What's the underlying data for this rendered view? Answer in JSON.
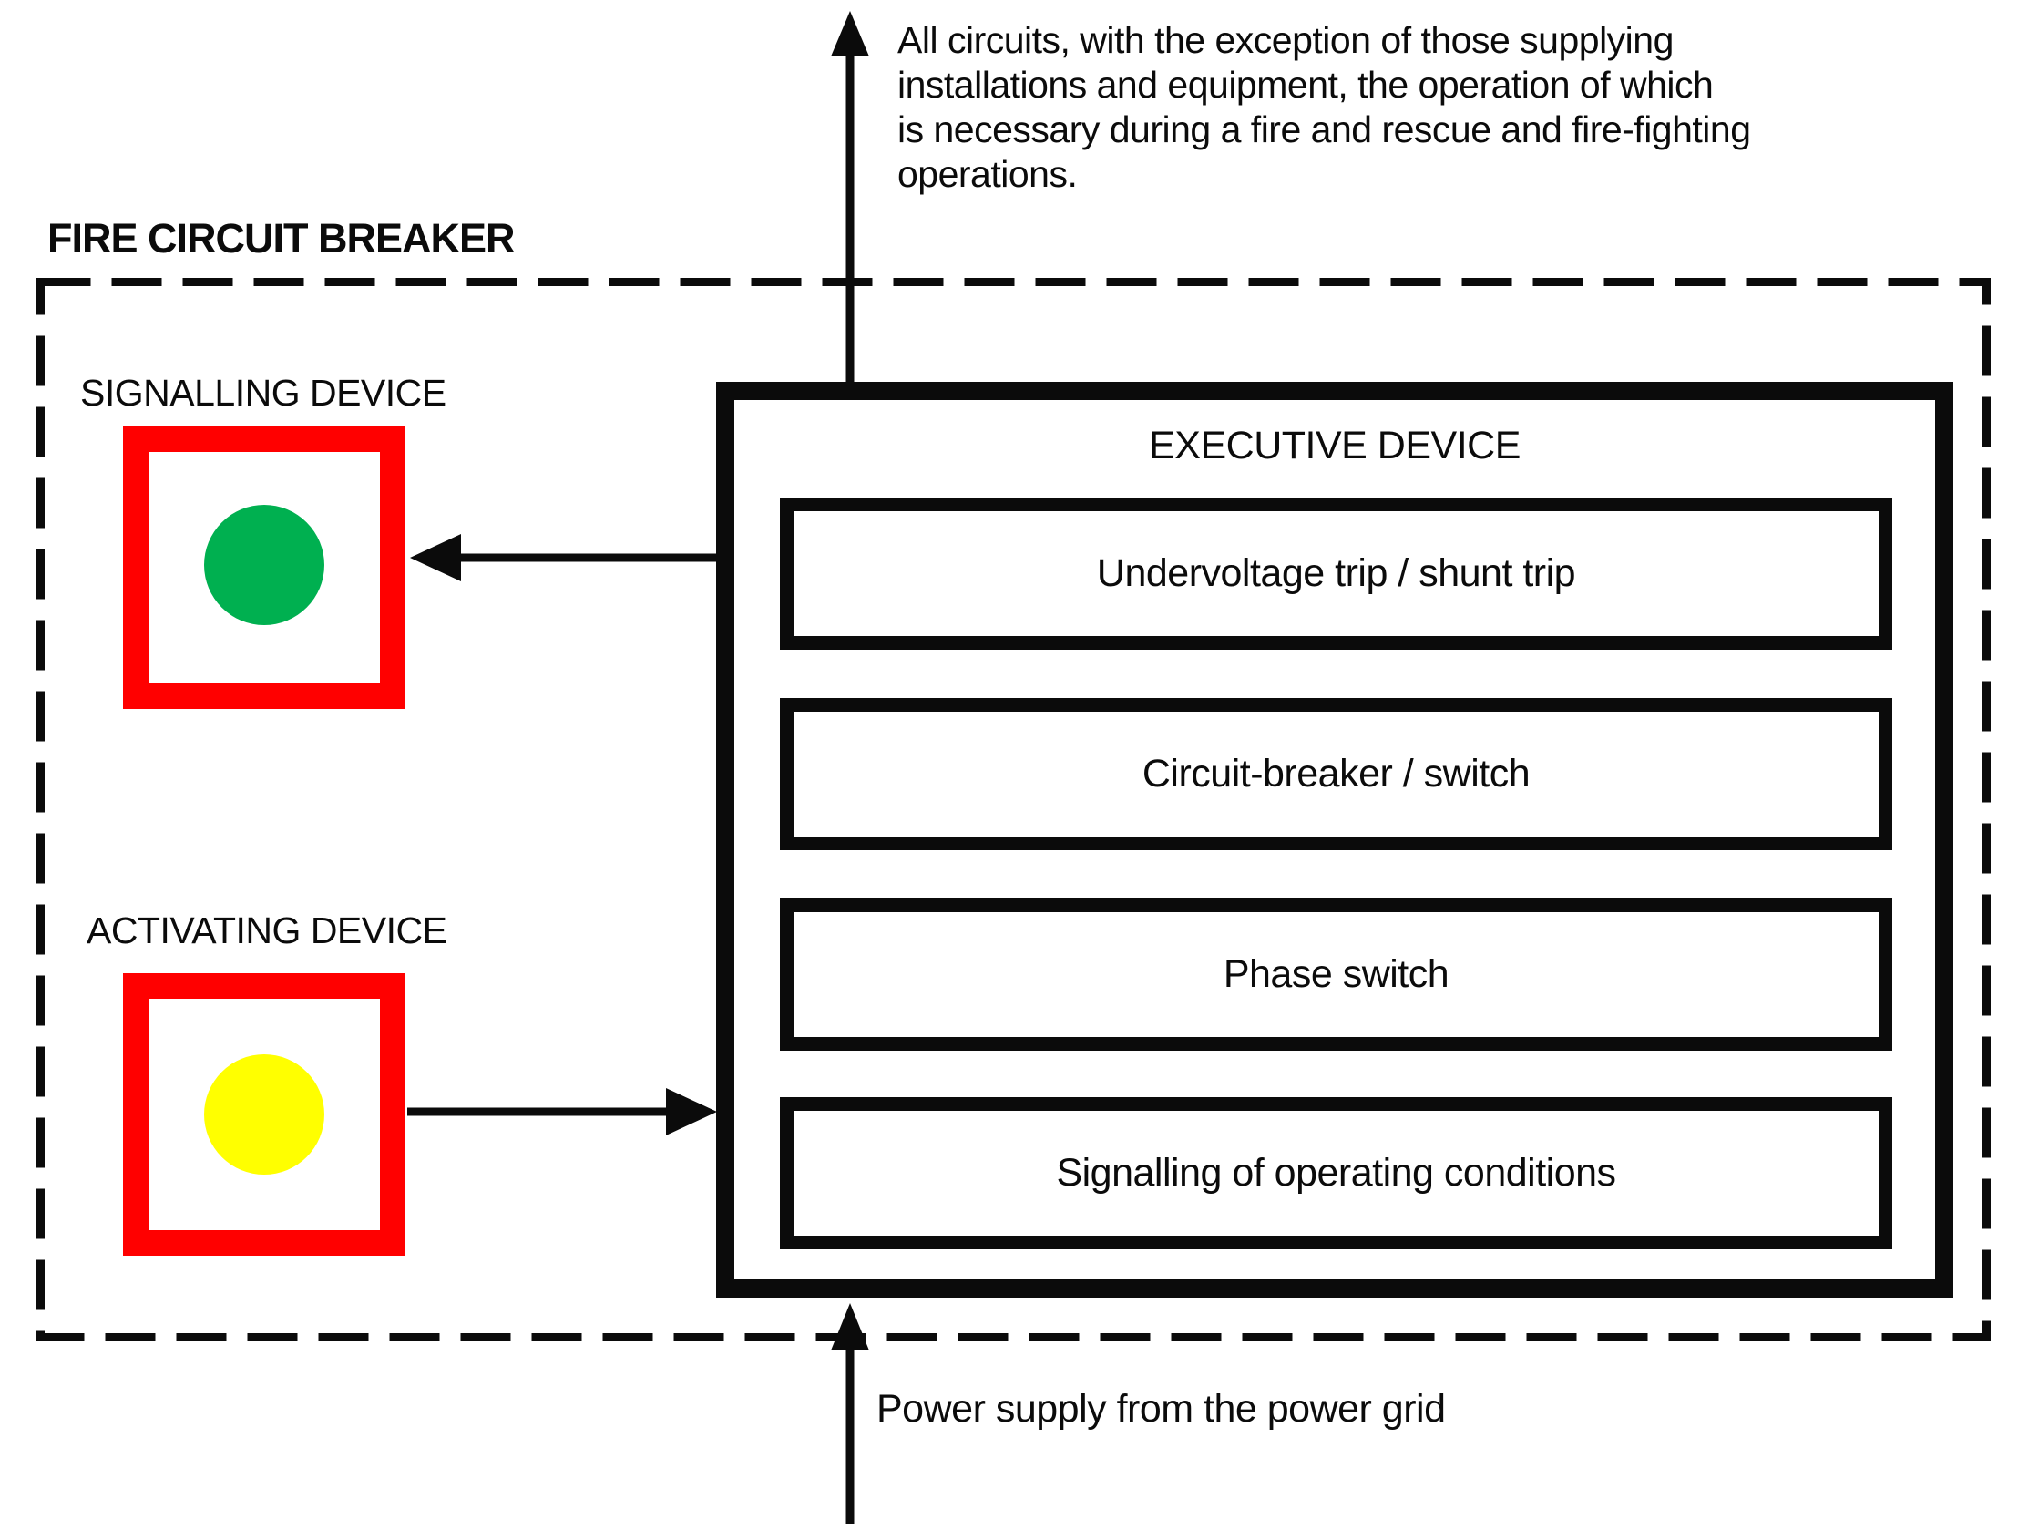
{
  "diagram": {
    "top_note": {
      "lines": [
        "All circuits, with the exception of those supplying",
        "installations and equipment, the operation of which",
        "is necessary during a fire and rescue and fire-fighting",
        "operations."
      ]
    },
    "fire_circuit_breaker": {
      "label": "FIRE CIRCUIT BREAKER"
    },
    "signalling_device": {
      "label": "SIGNALLING DEVICE",
      "lamp_color": "#00B050"
    },
    "activating_device": {
      "label": "ACTIVATING DEVICE",
      "lamp_color": "#FFFF00"
    },
    "executive_device": {
      "title": "EXECUTIVE DEVICE",
      "modules": [
        "Undervoltage trip / shunt trip",
        "Circuit-breaker / switch",
        "Phase switch",
        "Signalling of operating conditions"
      ]
    },
    "bottom_note": "Power supply from the power grid",
    "colors": {
      "device_frame": "#FF0000",
      "connector": "#000000",
      "boundary_dash": "#000000"
    }
  }
}
